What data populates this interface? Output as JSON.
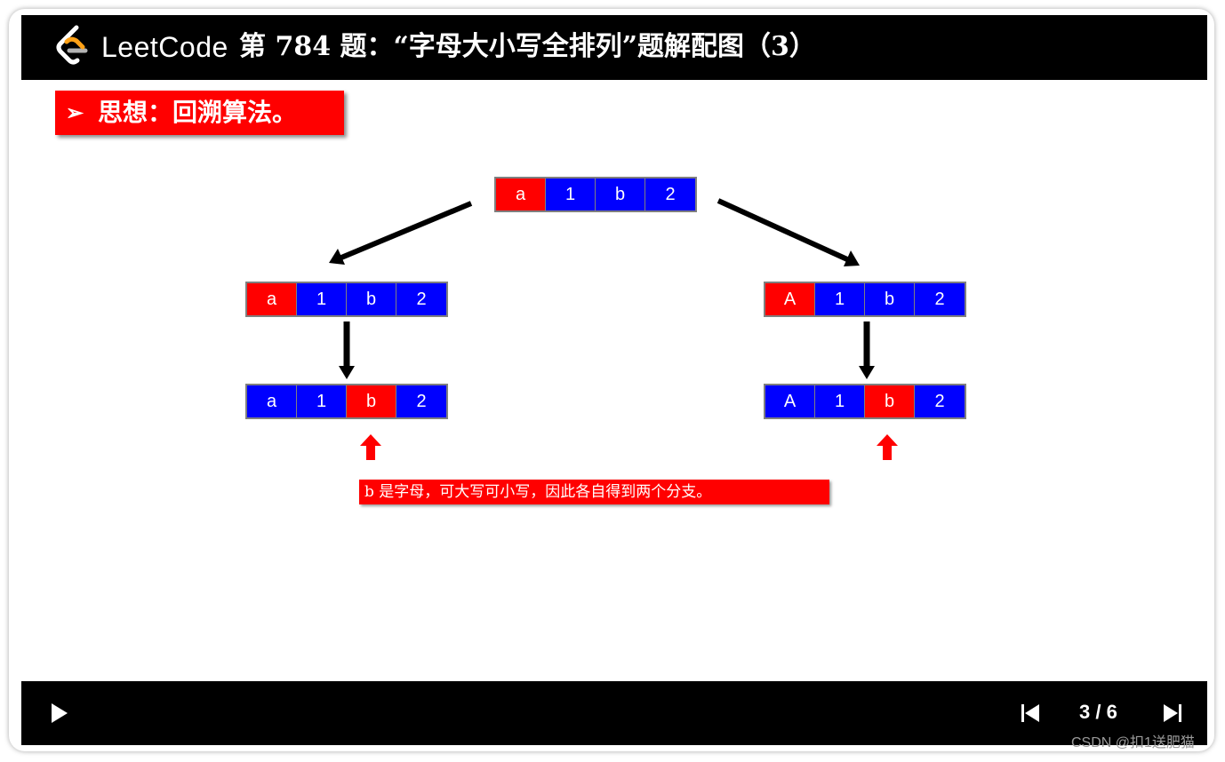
{
  "header": {
    "brand": "LeetCode",
    "title_rest": "第 784 题：“字母大小写全排列”题解配图（3）"
  },
  "idea_banner": {
    "marker": "➢",
    "text": "思想：回溯算法。"
  },
  "arrays": {
    "top": [
      {
        "v": "a",
        "c": "red"
      },
      {
        "v": "1",
        "c": "blue"
      },
      {
        "v": "b",
        "c": "blue"
      },
      {
        "v": "2",
        "c": "blue"
      }
    ],
    "left_mid": [
      {
        "v": "a",
        "c": "red"
      },
      {
        "v": "1",
        "c": "blue"
      },
      {
        "v": "b",
        "c": "blue"
      },
      {
        "v": "2",
        "c": "blue"
      }
    ],
    "left_bot": [
      {
        "v": "a",
        "c": "blue"
      },
      {
        "v": "1",
        "c": "blue"
      },
      {
        "v": "b",
        "c": "red"
      },
      {
        "v": "2",
        "c": "blue"
      }
    ],
    "right_mid": [
      {
        "v": "A",
        "c": "red"
      },
      {
        "v": "1",
        "c": "blue"
      },
      {
        "v": "b",
        "c": "blue"
      },
      {
        "v": "2",
        "c": "blue"
      }
    ],
    "right_bot": [
      {
        "v": "A",
        "c": "blue"
      },
      {
        "v": "1",
        "c": "blue"
      },
      {
        "v": "b",
        "c": "red"
      },
      {
        "v": "2",
        "c": "blue"
      }
    ]
  },
  "note": "b 是字母，可大写可小写，因此各自得到两个分支。",
  "controls": {
    "page_indicator": "3 / 6"
  },
  "watermark": "CSDN @扣1送肥猫",
  "colors": {
    "red": "#ff0000",
    "blue": "#0000ff",
    "black": "#000000",
    "orange": "#ffa116"
  },
  "icons": {
    "play": "play-icon",
    "prev": "skip-previous-icon",
    "next": "skip-next-icon",
    "logo": "leetcode-logo-icon"
  }
}
